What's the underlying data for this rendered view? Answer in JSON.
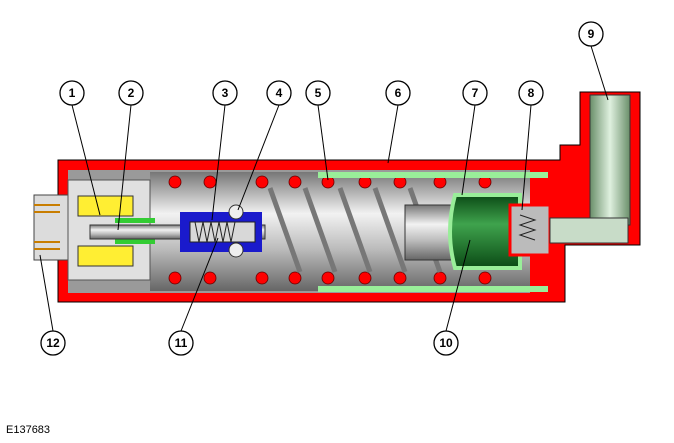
{
  "figure_id": "E137683",
  "callouts": [
    "1",
    "2",
    "3",
    "4",
    "5",
    "6",
    "7",
    "8",
    "9",
    "10",
    "11",
    "12"
  ],
  "colors": {
    "housing": "#ff0000",
    "body": "#c8c8c8",
    "piston": "#1e7a2e",
    "seal": "#99ee99",
    "valve": "#1a1acc",
    "coil": "#ffee33"
  }
}
